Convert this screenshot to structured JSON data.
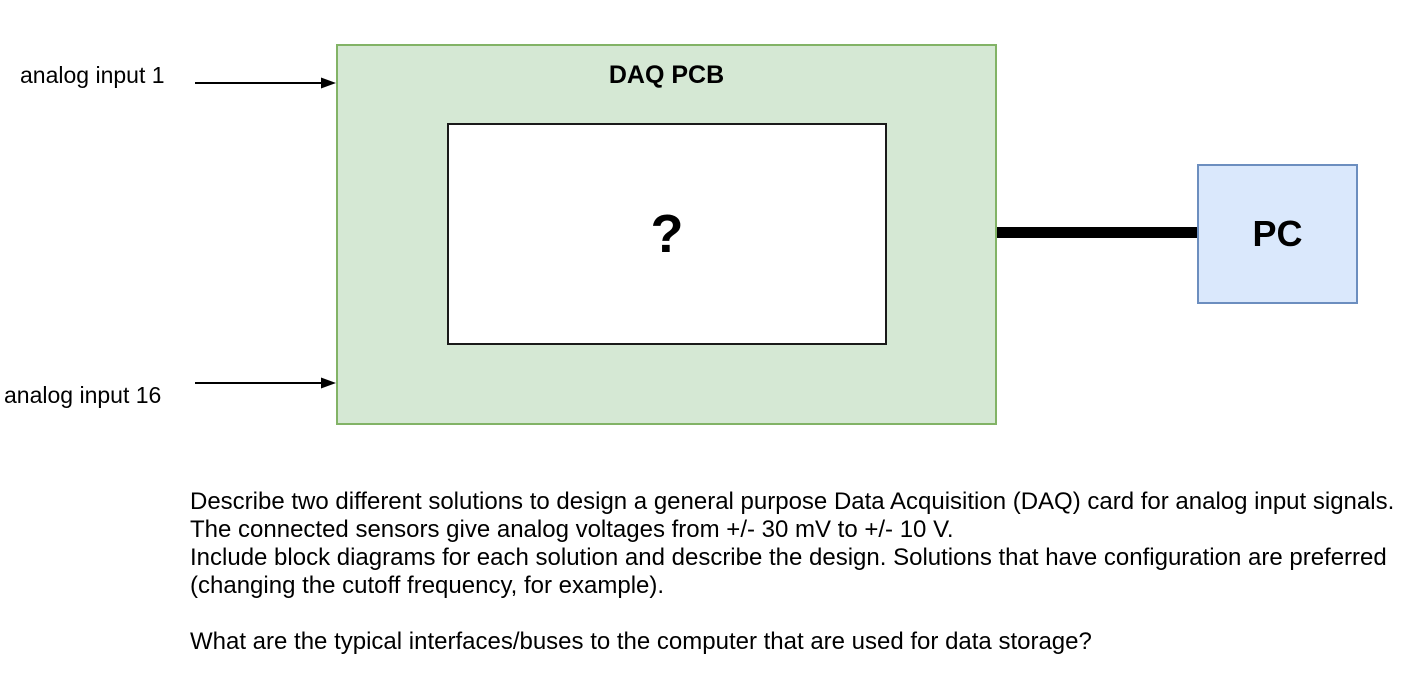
{
  "diagram": {
    "inputs": [
      {
        "label": "analog input 1"
      },
      {
        "label": "analog input 16"
      }
    ],
    "daq_box": {
      "title": "DAQ PCB",
      "fill": "#d5e8d4",
      "stroke": "#82b366"
    },
    "unknown_block": {
      "symbol": "?",
      "fill": "#ffffff",
      "stroke": "#1a1a1a"
    },
    "bus_connector": {
      "color": "#000000"
    },
    "pc_box": {
      "label": "PC",
      "fill": "#dae8fc",
      "stroke": "#6c8ebf"
    },
    "arrow_color": "#000000"
  },
  "question_text": {
    "paragraph1": [
      "Describe two different solutions to design a general purpose Data Acquisition (DAQ) card for analog input signals.",
      "The connected sensors give analog voltages from +/- 30 mV to +/- 10 V.",
      "Include block diagrams for each solution and describe the design. Solutions that have configuration are preferred",
      "(changing the cutoff frequency, for example)."
    ],
    "paragraph2": [
      "What are the typical interfaces/buses to the computer that are used for data storage?"
    ]
  }
}
